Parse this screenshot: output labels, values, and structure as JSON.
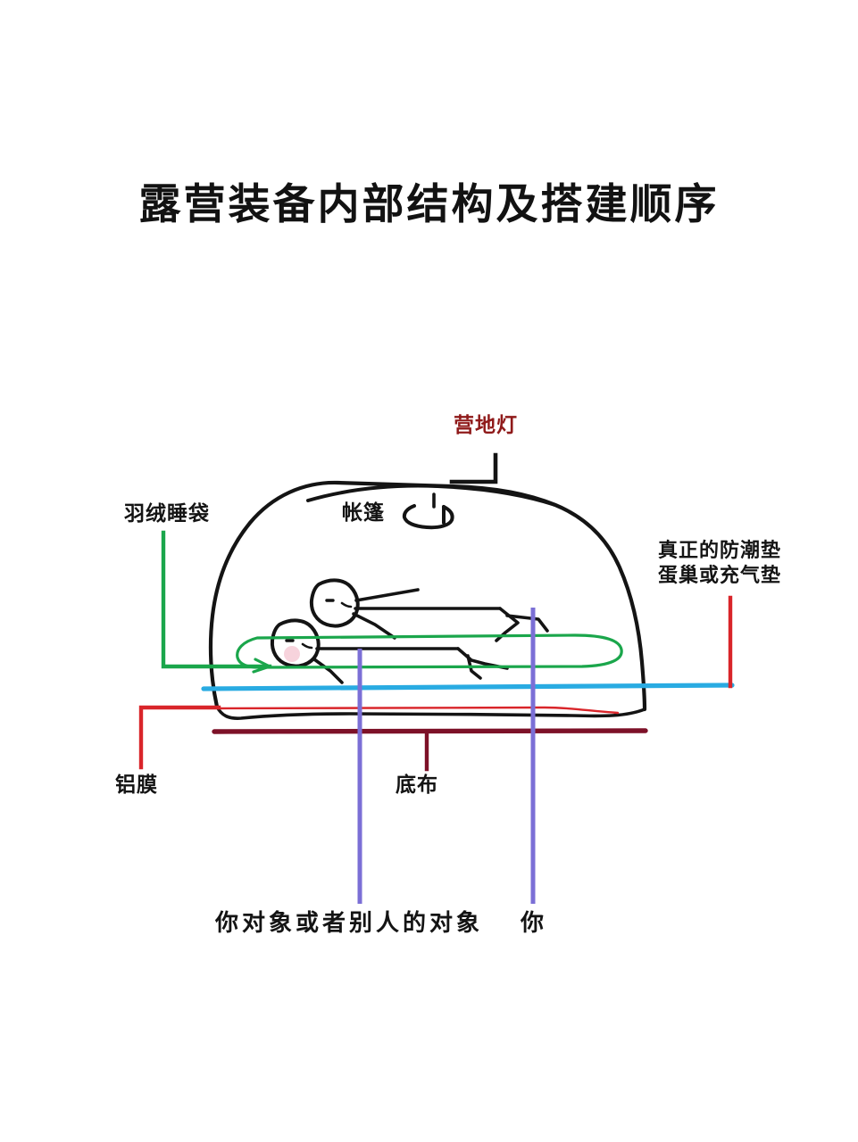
{
  "title": "露营装备内部结构及搭建顺序",
  "labels": {
    "lamp": "营地灯",
    "sleeping_bag": "羽绒睡袋",
    "tent": "帐篷",
    "pad_line1": "真正的防潮垫",
    "pad_line2": "蛋巢或充气垫",
    "foil": "铝膜",
    "ground_cloth": "底布",
    "partner": "你对象或者别人的对象",
    "you": "你"
  },
  "colors": {
    "ink": "#141414",
    "lamp_red": "#8f1a1a",
    "sleeping_bag_green": "#1aa64b",
    "moisture_pad_cyan": "#29abe2",
    "foil_red": "#d9252a",
    "ground_cloth_maroon": "#7d1128",
    "person_purple": "#7b6fd6",
    "blush_pink": "#f2b8c6",
    "background": "#ffffff"
  },
  "layers": [
    {
      "name": "羽绒睡袋",
      "color": "#1aa64b",
      "order": 1
    },
    {
      "name": "真正的防潮垫 蛋巢或充气垫",
      "color": "#29abe2",
      "order": 2
    },
    {
      "name": "铝膜",
      "color": "#d9252a",
      "order": 3
    },
    {
      "name": "帐篷",
      "color": "#141414",
      "order": 4
    },
    {
      "name": "底布",
      "color": "#7d1128",
      "order": 5
    }
  ],
  "occupants": [
    {
      "name": "你对象或者别人的对象",
      "marker_color": "#7b6fd6"
    },
    {
      "name": "你",
      "marker_color": "#7b6fd6"
    }
  ]
}
